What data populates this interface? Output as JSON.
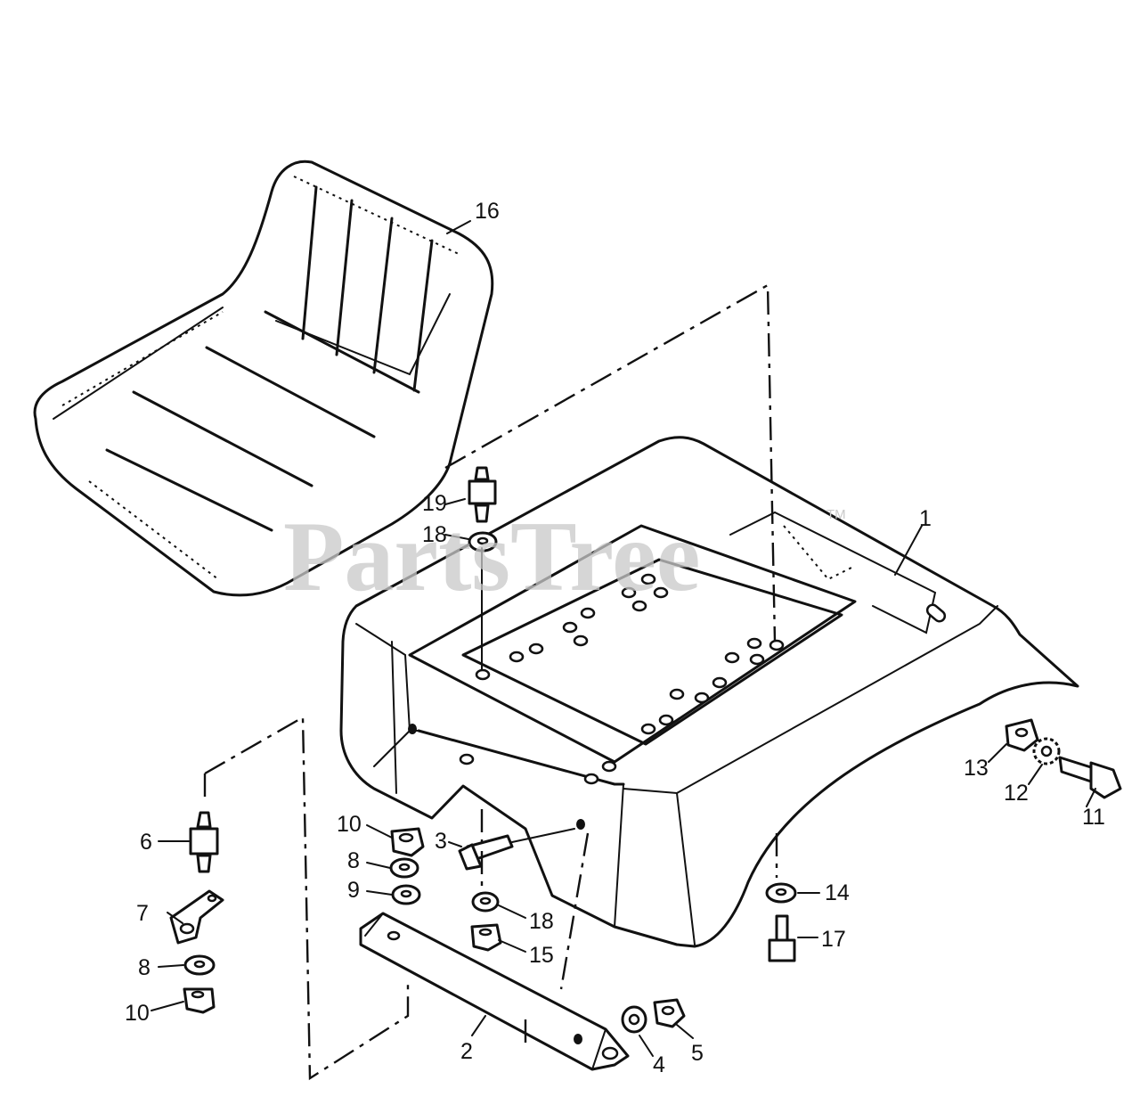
{
  "watermark": {
    "text": "PartsTree",
    "trademark": "TM"
  },
  "callouts": [
    {
      "num": "1",
      "part": "fender"
    },
    {
      "num": "2",
      "part": "bracket"
    },
    {
      "num": "3",
      "part": "bolt"
    },
    {
      "num": "4",
      "part": "washer"
    },
    {
      "num": "5",
      "part": "nut"
    },
    {
      "num": "6",
      "part": "stud"
    },
    {
      "num": "7",
      "part": "clip"
    },
    {
      "num": "8",
      "part": "washer"
    },
    {
      "num": "8",
      "part": "washer"
    },
    {
      "num": "9",
      "part": "washer"
    },
    {
      "num": "10",
      "part": "nut"
    },
    {
      "num": "10",
      "part": "nut"
    },
    {
      "num": "11",
      "part": "bolt"
    },
    {
      "num": "12",
      "part": "star-washer"
    },
    {
      "num": "13",
      "part": "nut"
    },
    {
      "num": "14",
      "part": "washer"
    },
    {
      "num": "15",
      "part": "nut"
    },
    {
      "num": "16",
      "part": "seat"
    },
    {
      "num": "17",
      "part": "bolt"
    },
    {
      "num": "18",
      "part": "washer"
    },
    {
      "num": "18",
      "part": "washer"
    },
    {
      "num": "19",
      "part": "stud"
    }
  ]
}
